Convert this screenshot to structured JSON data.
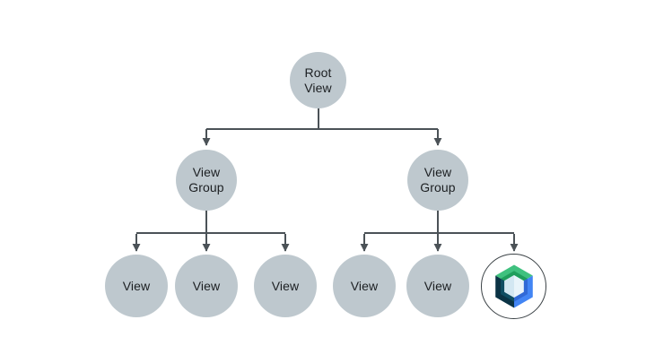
{
  "diagram": {
    "background": "#ffffff",
    "node_fill": "#bec8ce",
    "node_text_color": "#1c1f22",
    "connector_color": "#4b5257",
    "compose_node_border": "#3a4145",
    "tree": {
      "root": {
        "label": "Root\nView"
      },
      "groups": [
        {
          "label": "View\nGroup"
        },
        {
          "label": "View\nGroup"
        }
      ],
      "views": [
        {
          "label": "View"
        },
        {
          "label": "View"
        },
        {
          "label": "View"
        },
        {
          "label": "View"
        },
        {
          "label": "View"
        }
      ],
      "compose_leaf": {
        "icon": "jetpack-compose-icon"
      }
    },
    "compose_colors": {
      "green": "#3fc17f",
      "green_dark": "#1f9e5c",
      "blue": "#4285f4",
      "blue_dark": "#3069d6",
      "navy": "#0b3345",
      "teal": "#0f4d63",
      "center": "#e9f4fa",
      "center_shade": "#d3e7f2"
    }
  }
}
